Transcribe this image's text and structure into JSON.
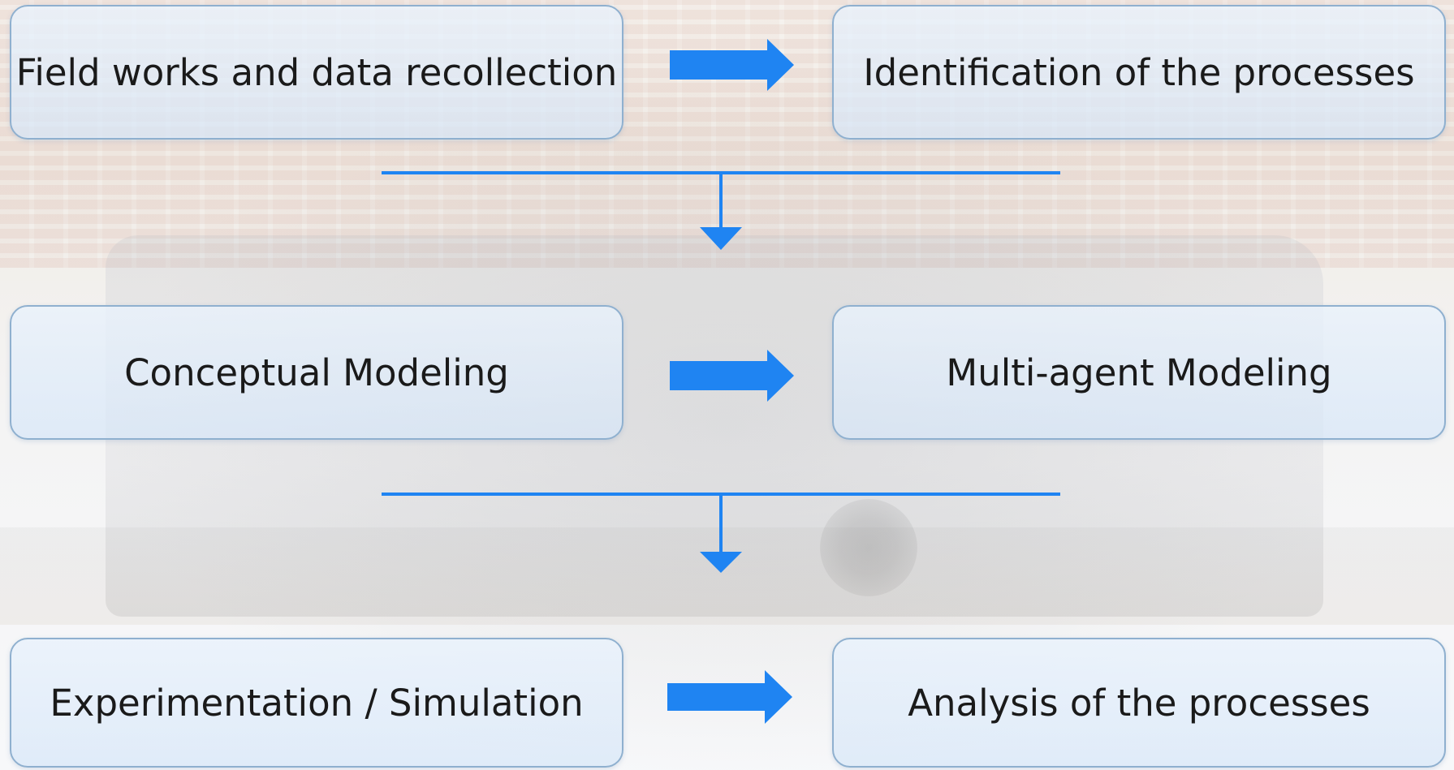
{
  "diagram": {
    "nodes": [
      {
        "id": "field-works",
        "label": "Field works and data recollection"
      },
      {
        "id": "identification",
        "label": "Identification of the processes"
      },
      {
        "id": "conceptual",
        "label": "Conceptual Modeling"
      },
      {
        "id": "multi-agent",
        "label": "Multi-agent Modeling"
      },
      {
        "id": "experimentation",
        "label": "Experimentation / Simulation"
      },
      {
        "id": "analysis",
        "label": "Analysis of the processes"
      }
    ],
    "edges": [
      {
        "from": "field-works",
        "to": "identification"
      },
      {
        "from": "identification",
        "to": "conceptual"
      },
      {
        "from": "conceptual",
        "to": "multi-agent"
      },
      {
        "from": "multi-agent",
        "to": "experimentation"
      },
      {
        "from": "experimentation",
        "to": "analysis"
      }
    ],
    "colors": {
      "arrow": "#1f84f2",
      "node_border": "#8fb0cf",
      "node_fill": "#dce9f8",
      "text": "#1a1a1a"
    }
  }
}
